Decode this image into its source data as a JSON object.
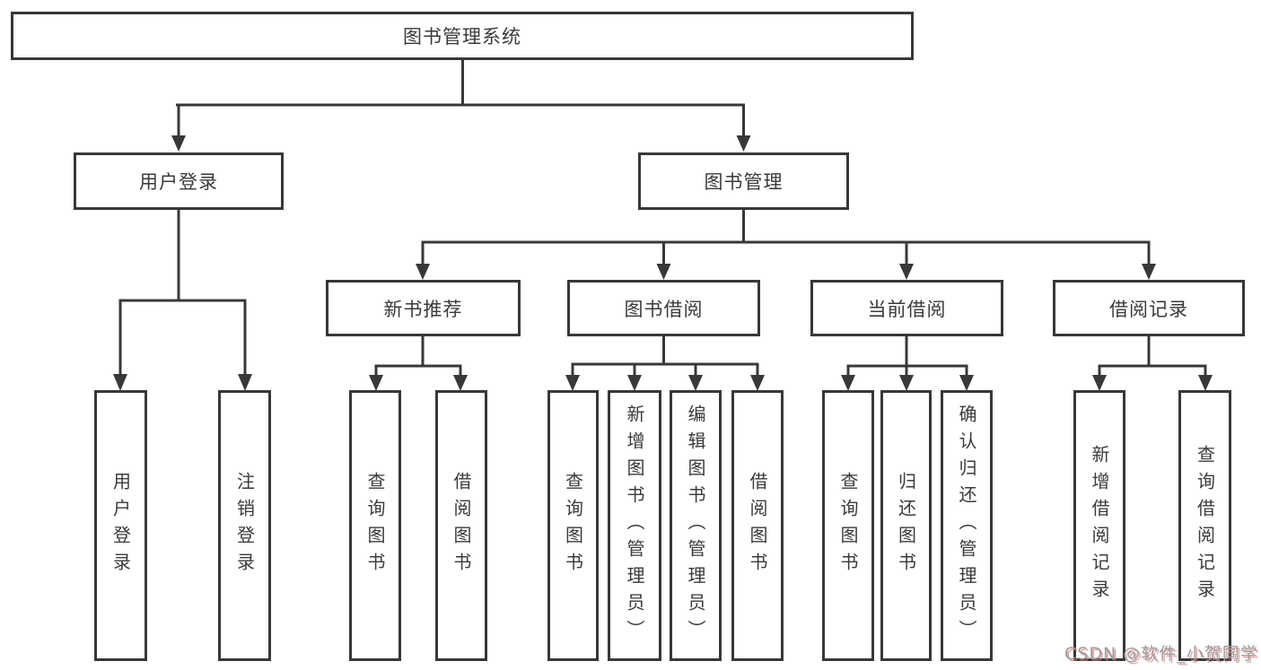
{
  "title": "图书管理系统",
  "colors": {
    "line": "#383838",
    "box_background": "#ffffff",
    "label_text": "#3a3a3a",
    "watermark_text": "#9e9e9e",
    "watermark_shadow": "#d67878"
  },
  "tree": {
    "root": "图书管理系统",
    "branches": [
      {
        "label": "用户登录",
        "leaves": [
          "用户登录",
          "注销登录"
        ]
      },
      {
        "label": "图书管理",
        "groups": [
          {
            "label": "新书推荐",
            "leaves": [
              "查询图书",
              "借阅图书"
            ]
          },
          {
            "label": "图书借阅",
            "leaves": [
              "查询图书",
              "新增图书（管理员）",
              "编辑图书（管理员）",
              "借阅图书"
            ]
          },
          {
            "label": "当前借阅",
            "leaves": [
              "查询图书",
              "归还图书",
              "确认归还（管理员）"
            ]
          },
          {
            "label": "借阅记录",
            "leaves": [
              "新增借阅记录",
              "查询借阅记录"
            ]
          }
        ]
      }
    ]
  },
  "watermark": {
    "text": "CSDN @软件_小贺同学"
  }
}
